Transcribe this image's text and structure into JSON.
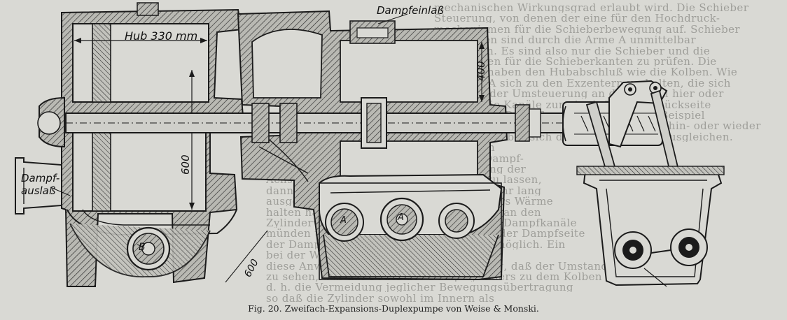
{
  "labels": {
    "hub": "Hub 330 mm",
    "dampfeinlass": "Dampfeinlaß",
    "dim_400": "400",
    "dim_600_vertical": "600",
    "dim_600_lower": "600",
    "dampf": "Dampf-",
    "auslass": "auslaß",
    "letter_b": "B",
    "letter_a1": "A",
    "letter_a2": "A"
  },
  "caption": "Fig. 20.  Zweifach-Expansions-Duplexpumpe von Weise & Monski.",
  "background_text": [
    "mechanischen Wirkungsgrad erlaubt wird. Die Schieber",
    "Steuerung, von denen der eine für den Hochdruck-",
    "mechanismen für die Schieberbewegung auf. Schieber",
    "und Kolben sind durch die Arme A unmittelbar",
    "verbunden. Es sind also nur die Schieber und die",
    "Stoßflächen für die Schieberkanten zu prüfen. Die",
    "Schieber haben den Hubabschluß wie die Kolben. Wie",
    "die Arme A sich zu den Exzentern verhalten, die sich",
    "sogar bei der Umsteuerung an den Seiten hier oder",
    "sie über die Kanäle zum Auslaß auf die Rückseite",
    "hat, und die Dampfkanäle steuern. Zum Beispiel",
    "auf der einen Seite eines Dampfzylinders hin- oder wieder",
    "die Kolben, aber sich die Zylinderräume ausgleichen.",
    "Bei den großen Hubwege dieser Pumpen",
    "wäre es nicht vorteilhaft gewesen, die Dampf-",
    "gewohnten Weise die Zylinder in Richtung der",
    "Achse auf die Schieberspiegel münden zu lassen,",
    "dann Dampfkanal und Kanaldeckungen sehr lang",
    "ausgeführt und Wärme und dann besonders Wärme",
    "halten hätten. Die Schieberkammern sind an den",
    "Zylinderwänden selbst eingesetzt und die Dampfkanäle",
    "münden unmittelbar am Zylinderende an der Dampfseite",
    "der Dampfzylinder so weit im Innern als möglich. Ein",
    "bei der Wärmeübertragung der Luft. Für",
    "diese Anwendung ist es besonders wichtig, daß der Umstand",
    "zu sehen, daß das Feuer des Dampfzylinders zu dem Kolben",
    "d. h. die Vermeidung jeglicher Bewegungsübertragung",
    "so daß die Zylinder sowohl im Innern als"
  ]
}
